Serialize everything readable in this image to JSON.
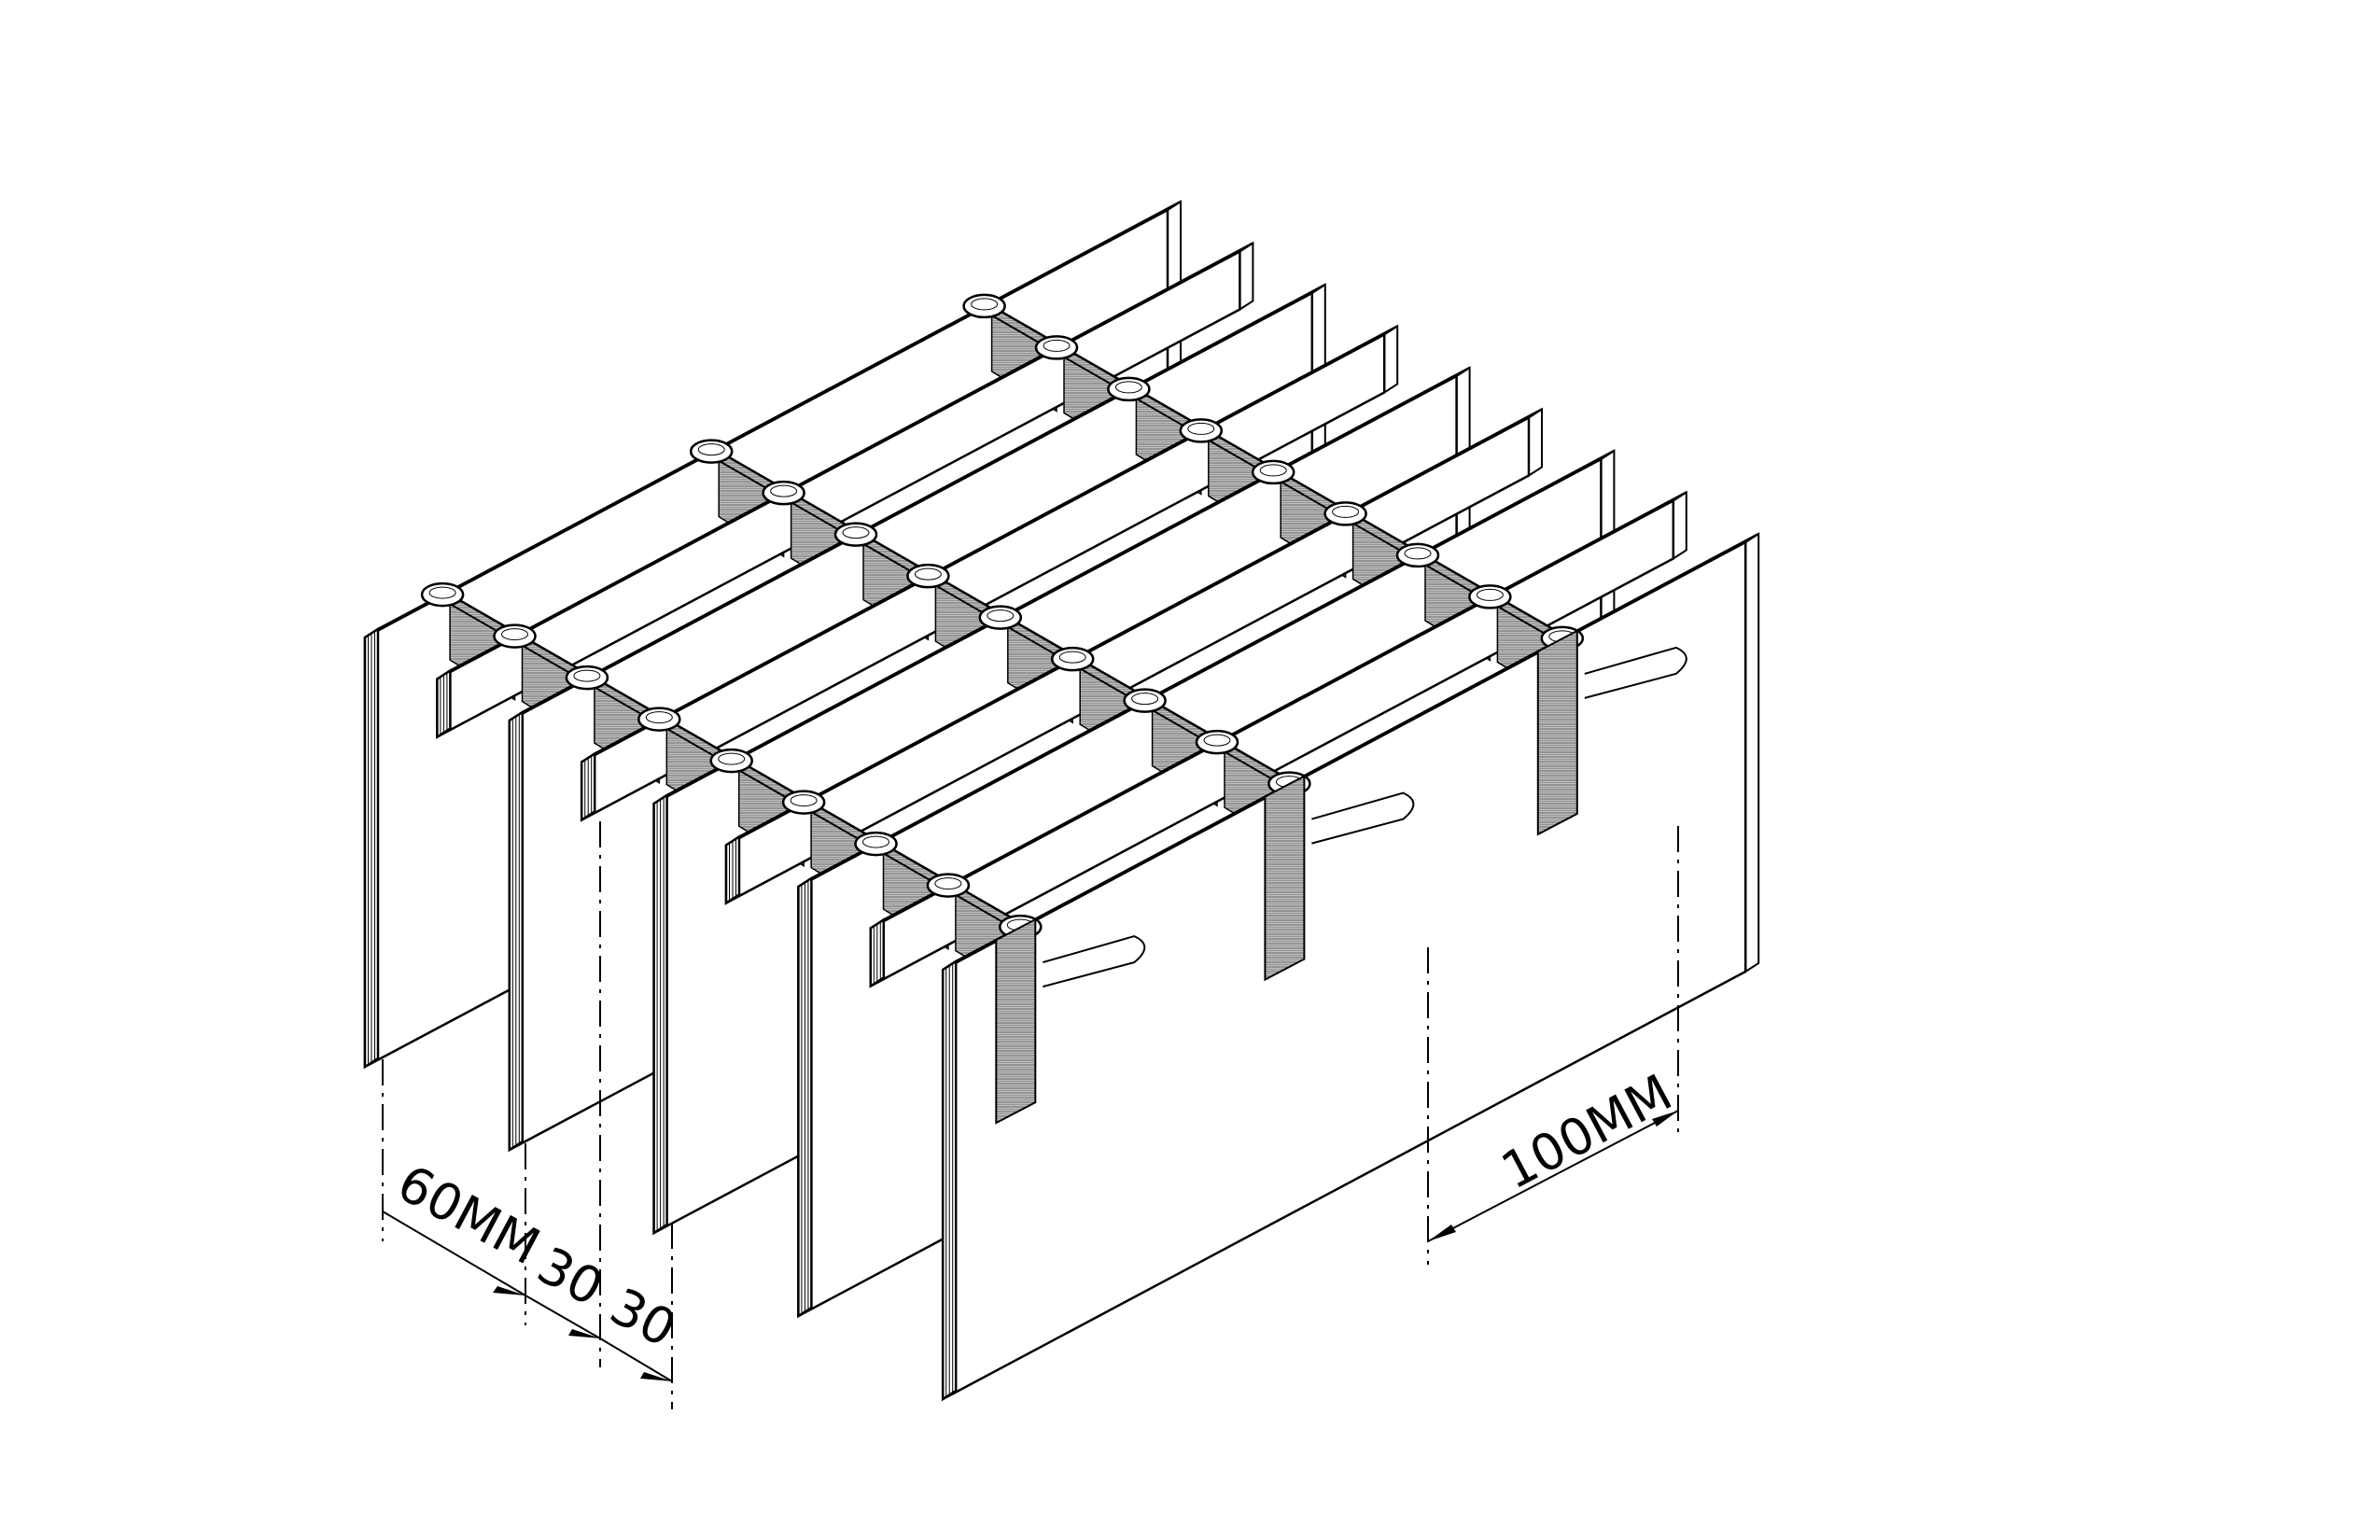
{
  "diagram": {
    "subject": "isometric grating panel with bearing bars and welded cross rods",
    "dimensions": {
      "bearing_pitch_label": "60MM",
      "sub_pitch_label_1": "30",
      "sub_pitch_label_2": "30",
      "cross_pitch_label": "100MM"
    },
    "counts": {
      "bearing_bars": 9,
      "cross_rods": 3
    },
    "colors": {
      "line": "#000000",
      "face": "#ffffff",
      "hatch": "#555555"
    }
  }
}
